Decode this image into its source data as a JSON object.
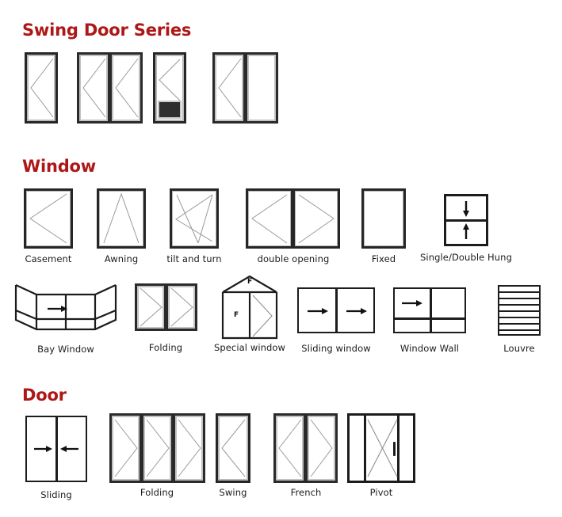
{
  "page": {
    "title_color": "#AE1717",
    "background": "#ffffff",
    "line_color": "#1c1c1c"
  },
  "sections": [
    {
      "id": "swing-door-series",
      "heading": "Swing Door Series",
      "items": [
        {
          "id": "swing-single",
          "label": ""
        },
        {
          "id": "swing-double",
          "label": ""
        },
        {
          "id": "swing-with-panel",
          "label": ""
        },
        {
          "id": "swing-one-fixed",
          "label": ""
        }
      ]
    },
    {
      "id": "window",
      "heading": "Window",
      "items": [
        {
          "id": "casement",
          "label": "Casement"
        },
        {
          "id": "awning",
          "label": "Awning"
        },
        {
          "id": "tilt-and-turn",
          "label": "tilt and turn"
        },
        {
          "id": "double-opening",
          "label": "double opening"
        },
        {
          "id": "fixed",
          "label": "Fixed"
        },
        {
          "id": "single-double-hung",
          "label": "Single/Double Hung"
        },
        {
          "id": "bay-window",
          "label": "Bay Window"
        },
        {
          "id": "folding-window",
          "label": "Folding"
        },
        {
          "id": "special-window",
          "label": "Special window"
        },
        {
          "id": "sliding-window",
          "label": "Sliding window"
        },
        {
          "id": "window-wall",
          "label": "Window Wall"
        },
        {
          "id": "louvre",
          "label": "Louvre"
        }
      ]
    },
    {
      "id": "door",
      "heading": "Door",
      "items": [
        {
          "id": "sliding-door",
          "label": "Sliding"
        },
        {
          "id": "folding-door",
          "label": "Folding"
        },
        {
          "id": "swing-door",
          "label": "Swing"
        },
        {
          "id": "french-door",
          "label": "French"
        },
        {
          "id": "pivot-door",
          "label": "Pivot"
        }
      ]
    }
  ],
  "annotations": {
    "special_window_top_label": "F",
    "special_window_left_label": "F",
    "hung_down_arrow": "down-arrow",
    "hung_up_arrow": "up-arrow"
  }
}
